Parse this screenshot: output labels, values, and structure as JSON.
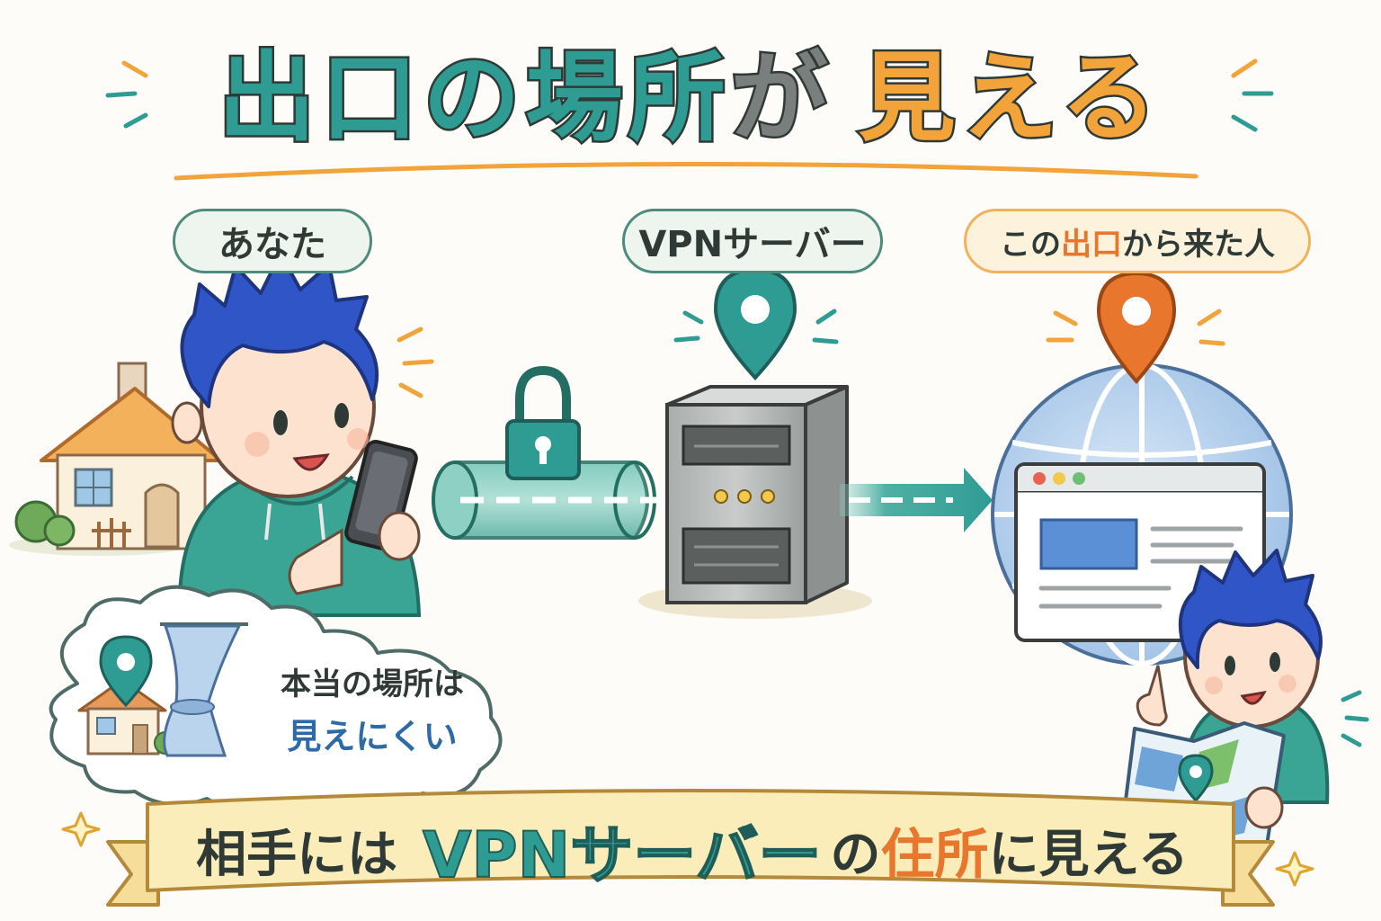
{
  "title": {
    "part1": "出口の場所",
    "part2": "が",
    "part3": "見える"
  },
  "labels": {
    "you": "あなた",
    "vpn_server": "VPNサーバー",
    "exit_prefix": "この",
    "exit_highlight": "出口",
    "exit_suffix": "から来た人"
  },
  "thought": {
    "line1": "本当の場所は",
    "line2": "見えにくい"
  },
  "banner": {
    "part1": "相手には",
    "part2": "VPNサーバー",
    "part3": "の",
    "part4": "住所",
    "part5": "に見える"
  },
  "colors": {
    "teal": "#2f9c94",
    "orange": "#e8762d",
    "navy_text": "#2d6aa6",
    "ink": "#2f3a36"
  },
  "icons": [
    "house-icon",
    "person-icon",
    "smartphone-icon",
    "lock-icon",
    "tunnel-icon",
    "server-icon",
    "location-pin-icon",
    "arrow-right-icon",
    "globe-icon",
    "browser-window-icon",
    "map-icon",
    "curtain-icon",
    "sparkle-icon"
  ]
}
